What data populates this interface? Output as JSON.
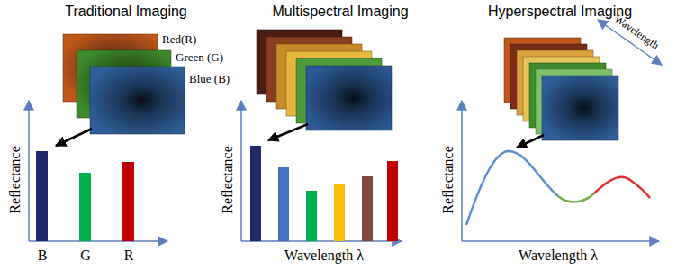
{
  "diagram": {
    "labels": [
      "Traditional Imaging",
      "Red(R)",
      "Green (G)",
      "Blue (B)",
      "Reflectance",
      "B",
      "G",
      "R",
      "Multispectral Imaging",
      "Reflectance",
      "Wavelength λ",
      "Hyperspectral Imaging",
      "Wavelength",
      "Reflectance",
      "Wavelength λ"
    ]
  }
}
